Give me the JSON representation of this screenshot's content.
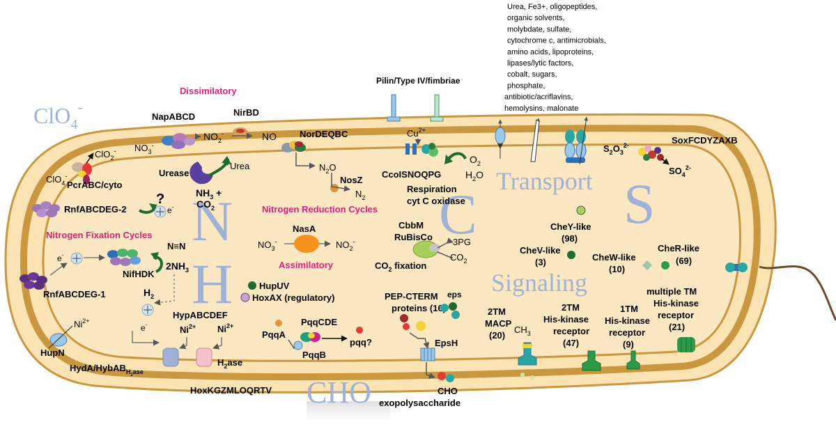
{
  "watermarks": {
    "n": "N",
    "h": "H",
    "c": "C",
    "s": "S",
    "transport": "Transport",
    "signaling": "Signaling",
    "clo4": "ClO",
    "clo4_sub": "4",
    "clo4_sup": "-",
    "cho": "CHO"
  },
  "dissimilatory": {
    "title": "Dissimilatory",
    "napabcd": "NapABCD",
    "nirbd": "NirBD",
    "nordeqbc": "NorDEQBC",
    "no3": "NO",
    "no3_sub": "3",
    "no3_sup": "-",
    "no2": "NO",
    "no2_sub": "2",
    "no2_sup": "-",
    "no": "NO",
    "n2o": "N",
    "n2o_sub": "2",
    "n2o_tail": "O",
    "nosz": "NosZ",
    "n2": "N",
    "n2_sub": "2"
  },
  "perchlorate": {
    "clo2": "ClO",
    "clo2_sub": "2",
    "clo2_sup": "-",
    "clo4": "ClO",
    "clo4_sub": "4",
    "clo4_sup": "-",
    "enzyme": "PcrABC/cyto"
  },
  "urease": {
    "name": "Urease",
    "urea": "Urea",
    "nh3": "NH",
    "nh3_sub": "3",
    "nh3_tail": " +",
    "co2": "CO",
    "co2_sub": "2"
  },
  "rnf2": {
    "name": "RnfABCDEG-2",
    "question": "?",
    "eminus": "e",
    "eminus_sup": "-"
  },
  "nfix": {
    "title": "Nitrogen Fixation Cycles",
    "nn": "N≡N",
    "nifhdk": "NifHDK",
    "nh3": "2NH",
    "nh3_sub": "3",
    "eminus": "e",
    "eminus_sup": "-",
    "rnf1": "RnfABCDEG-1"
  },
  "nred": {
    "title": "Nitrogen Reduction Cycles",
    "nasa": "NasA",
    "no3": "NO",
    "no3_sub": "3",
    "no3_sup": "-",
    "no2": "NO",
    "no2_sub": "2",
    "no2_sup": "-",
    "assim": "Assimilatory"
  },
  "hydrogen": {
    "h2": "H",
    "h2_sub": "2",
    "eminus": "e",
    "eminus_sup": "-",
    "hupuv": "HupUV",
    "hoxax": "HoxAX (regulatory)",
    "hypabcdef": "HypABCDEF",
    "ni1": "Ni",
    "ni1_sup": "2+",
    "ni2": "Ni",
    "ni2_sup": "2+",
    "ni_out": "Ni",
    "ni_out_sup": "2+",
    "hupn": "HupN",
    "hyd": "HydA/HybAB",
    "h2ase1": "H",
    "h2ase1_sub": "2",
    "h2ase1_tail": "ase",
    "h2ase2": "H",
    "h2ase2_sub": "2",
    "h2ase2_tail": "ase",
    "hox": "HoxKGZMLOQRTV"
  },
  "pqq": {
    "pqqa": "PqqA",
    "pqqcde": "PqqCDE",
    "pqqb": "PqqB",
    "pqq": "pqq?"
  },
  "respiration": {
    "pilin": "Pilin/Type IV/fimbriae",
    "cu": "Cu",
    "cu_sup": "2+",
    "ccol": "CcoISNOQPG",
    "o2": "O",
    "o2_sub": "2",
    "h2o": "H",
    "h2o_sub": "2",
    "h2o_tail": "O",
    "resp1": "Respiration",
    "resp2": "cyt C oxidase"
  },
  "carbon": {
    "cbbm": "CbbM",
    "rubisco": "RuBisCo",
    "pg": "3PG",
    "co2": "CO",
    "co2_sub": "2",
    "fix": "CO",
    "fix_sub": "2",
    "fix_tail": " fixation"
  },
  "eps": {
    "pep1": "PEP-CTERM",
    "pep2": "proteins (16)",
    "eps": "eps",
    "epsh": "EpsH",
    "cho": "CHO",
    "exo": "exopolysaccharide"
  },
  "transport": {
    "list": [
      "Urea, Fe3+, oligopeptides,",
      "organic solvents,",
      "molybdate, sulfate,",
      "cytochrome c, antimicrobials,",
      "amino acids, lipoproteins,",
      "lipases/lytic factors,",
      "cobalt, sugars,",
      "phosphate,",
      "antibiotic/acriflavins,",
      "hemolysins, malonate"
    ]
  },
  "sulfur": {
    "sox": "SoxFCDYZAXB",
    "s2o3": "S",
    "s2o3_sub": "2",
    "s2o3_mid": "O",
    "s2o3_sub2": "3",
    "s2o3_sup": "2-",
    "so4": "SO",
    "so4_sub": "4",
    "so4_sup": "2-"
  },
  "signaling": {
    "chey": "CheY-like",
    "chey_n": "(98)",
    "chev": "CheV-like",
    "chev_n": "(3)",
    "chew": "CheW-like",
    "chew_n": "(10)",
    "cher": "CheR-like",
    "cher_n": "(69)",
    "mtm1": "multiple TM",
    "mtm2": "His-kinase",
    "mtm3": "receptor",
    "mtm_n": "(21)",
    "macp1": "2TM",
    "macp2": "MACP",
    "macp_n": "(20)",
    "ch3": "CH",
    "ch3_sub": "3",
    "his2_1": "2TM",
    "his2_2": "His-kinase",
    "his2_3": "receptor",
    "his2_n": "(47)",
    "his1_1": "1TM",
    "his1_2": "His-kinase",
    "his1_3": "receptor",
    "his1_n": "(9)"
  }
}
